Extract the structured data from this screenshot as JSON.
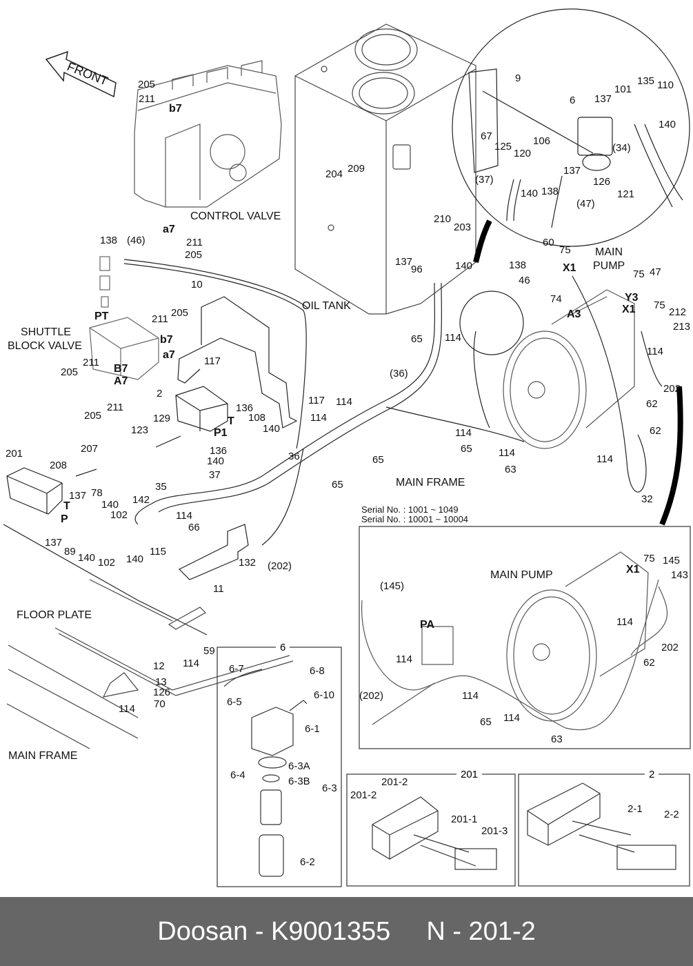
{
  "footer": {
    "brand": "Doosan",
    "separator": "-",
    "part_number": "K9001355",
    "page_code": "N - 201-2",
    "background_color": "#666666",
    "text_color": "#ffffff"
  },
  "diagram": {
    "front_arrow": "FRONT",
    "section_captions": {
      "control_valve": "CONTROL VALVE",
      "oil_tank": "OIL TANK",
      "main_pump_top": "MAIN\nPUMP",
      "main_pump_top_line1": "MAIN",
      "main_pump_top_line2": "PUMP",
      "shuttle_line1": "SHUTTLE",
      "shuttle_line2": "BLOCK VALVE",
      "main_frame_center": "MAIN FRAME",
      "floor_plate": "FLOOR PLATE",
      "main_frame_left": "MAIN FRAME",
      "main_pump_inset": "MAIN PUMP"
    },
    "serial_numbers": [
      "Serial No. : 1001 ~ 1049",
      "Serial No. : 10001 ~ 10004"
    ],
    "inset_titles": {
      "filter": "6",
      "valve_201": "201",
      "valve_2": "2"
    },
    "port_labels": {
      "b7_cv": "b7",
      "a7_cv": "a7",
      "PT": "PT",
      "b7_sb": "b7",
      "a7_sb": "a7",
      "B7": "B7",
      "A7": "A7",
      "T_2": "T",
      "P1": "P1",
      "T_201": "T",
      "P_201": "P",
      "X1_a": "X1",
      "A3": "A3",
      "Y3": "Y3",
      "X1_b": "X1",
      "X1_inset": "X1",
      "PA": "PA"
    },
    "callouts": {
      "c205a": "205",
      "c211a": "211",
      "c211b": "211",
      "c205b": "205",
      "c138a": "138",
      "c46p": "(46)",
      "c204": "204",
      "c209": "209",
      "c9": "9",
      "c6": "6",
      "c137a": "137",
      "c101": "101",
      "c135": "135",
      "c110": "110",
      "c140a": "140",
      "c67": "67",
      "c125": "125",
      "c120": "120",
      "c106": "106",
      "c34p": "(34)",
      "c137b": "137",
      "c126a": "126",
      "c121": "121",
      "c37p": "(37)",
      "c140b": "140",
      "c138b": "138",
      "c47p": "(47)",
      "c210": "210",
      "c203": "203",
      "c137c": "137",
      "c96": "96",
      "c140c": "140",
      "c60": "60",
      "c75a": "75",
      "c138c": "138",
      "c46": "46",
      "c74": "74",
      "c75b": "75",
      "c47": "47",
      "c75c": "75",
      "c212": "212",
      "c213": "213",
      "c10": "10",
      "c211c": "211",
      "c205c": "205",
      "c211d": "211",
      "c205d": "205",
      "c211e": "211",
      "c205e": "205",
      "c117a": "117",
      "c2": "2",
      "c136a": "136",
      "c108": "108",
      "c140d": "140",
      "c129": "129",
      "c123": "123",
      "c136b": "136",
      "c140e": "140",
      "c37": "37",
      "c36": "36",
      "c117b": "117",
      "c65a": "65",
      "c114a": "114",
      "c36p": "(36)",
      "c114b": "114",
      "c114c": "114",
      "c65b": "65",
      "c65c": "65",
      "c114d": "114",
      "c65d": "65",
      "c114e": "114",
      "c63": "63",
      "c114f": "114",
      "c62a": "62",
      "c202a": "202",
      "c62b": "62",
      "c114g": "114",
      "c32": "32",
      "c201": "201",
      "c208": "208",
      "c207": "207",
      "c137d": "137",
      "c78": "78",
      "c140f": "140",
      "c142": "142",
      "c35": "35",
      "c102a": "102",
      "c114h": "114",
      "c66": "66",
      "c137e": "137",
      "c89": "89",
      "c140g": "140",
      "c102b": "102",
      "c140h": "140",
      "c115": "115",
      "c132": "132",
      "c202p": "(202)",
      "c11": "11",
      "c59": "59",
      "c114i": "114",
      "c12": "12",
      "c13": "13",
      "c126b": "126",
      "c70": "70",
      "c114j": "114",
      "c6_7": "6-7",
      "c6_8": "6-8",
      "c6_10": "6-10",
      "c6_5": "6-5",
      "c6_1": "6-1",
      "c6_4": "6-4",
      "c6_3A": "6-3A",
      "c6_3B": "6-3B",
      "c6_3": "6-3",
      "c6_2": "6-2",
      "c145p": "(145)",
      "c75d": "75",
      "c145": "145",
      "c143": "143",
      "c114k": "114",
      "c202b": "202",
      "c62c": "62",
      "c114l": "114",
      "c202p2": "(202)",
      "c114m": "114",
      "c65e": "65",
      "c114n": "114",
      "c63b": "63",
      "c201_2a": "201-2",
      "c201_2b": "201-2",
      "c201_1": "201-1",
      "c201_3": "201-3",
      "c2_1": "2-1",
      "c2_2": "2-2"
    }
  }
}
